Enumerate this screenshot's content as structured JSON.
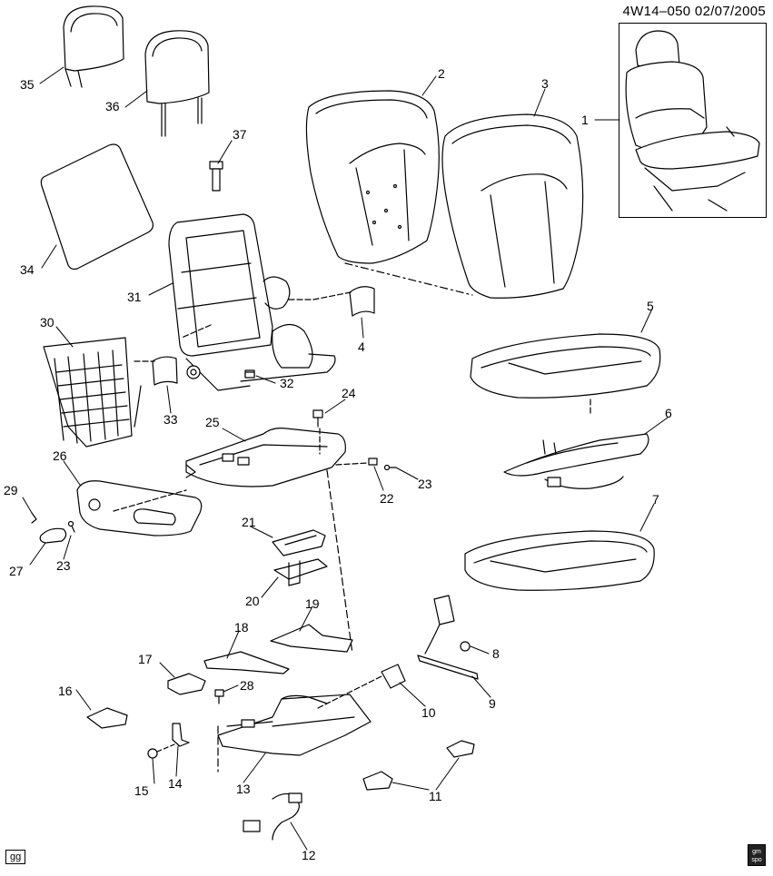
{
  "header": {
    "code": "4W14-050",
    "date": "02/07/2005",
    "text": "4W14–050  02/07/2005"
  },
  "footer": {
    "corner_code": "gg",
    "logo_text": "gm spo"
  },
  "callouts": [
    "1",
    "2",
    "3",
    "4",
    "5",
    "6",
    "7",
    "8",
    "9",
    "10",
    "11",
    "12",
    "13",
    "14",
    "15",
    "16",
    "17",
    "18",
    "19",
    "20",
    "21",
    "22",
    "23",
    "23",
    "24",
    "25",
    "26",
    "27",
    "28",
    "29",
    "30",
    "31",
    "32",
    "33",
    "34",
    "35",
    "36",
    "37"
  ]
}
